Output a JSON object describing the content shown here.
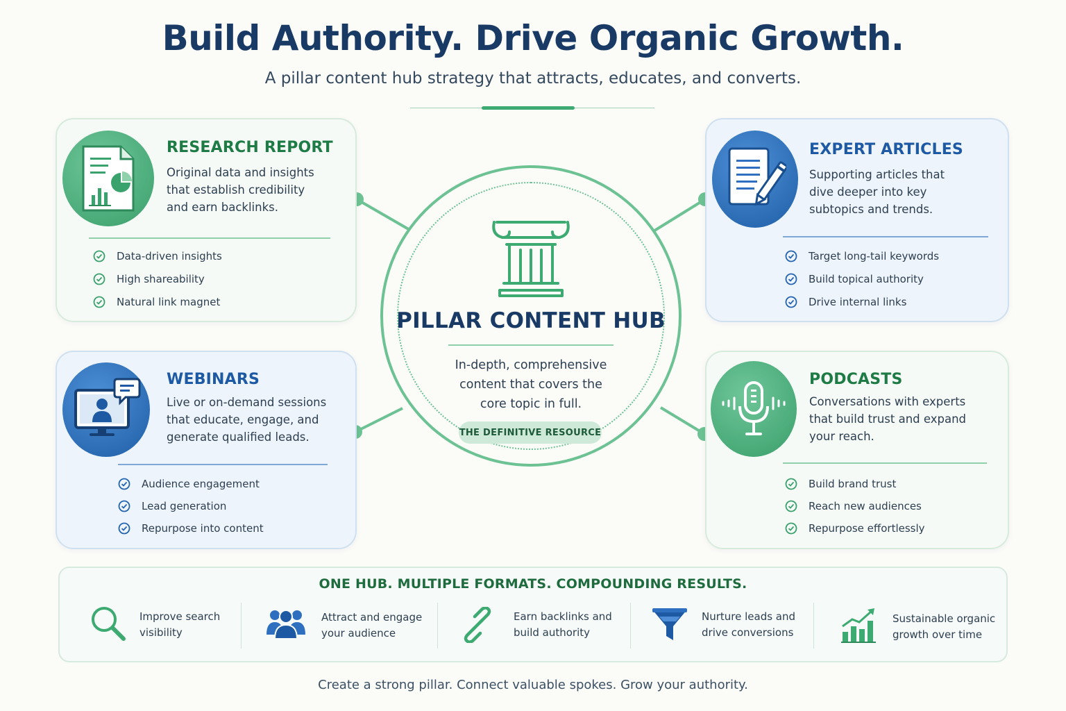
{
  "header": {
    "title": "Build Authority. Drive Organic Growth.",
    "subtitle": "A pillar content hub strategy that attracts, educates, and converts."
  },
  "hub": {
    "title": "PILLAR CONTENT HUB",
    "description_lines": [
      "In-depth, comprehensive",
      "content that covers the",
      "core topic in full."
    ],
    "badge": "THE DEFINITIVE RESOURCE",
    "icon": "pillar-column-icon"
  },
  "cards": {
    "research": {
      "title": "RESEARCH REPORT",
      "description_lines": [
        "Original data and insights",
        "that establish credibility",
        "and earn backlinks."
      ],
      "bullets": [
        "Data-driven insights",
        "High shareability",
        "Natural link magnet"
      ],
      "icon": "report-document-icon"
    },
    "articles": {
      "title": "EXPERT ARTICLES",
      "description_lines": [
        "Supporting articles that",
        "dive deeper into key",
        "subtopics and trends."
      ],
      "bullets": [
        "Target long-tail keywords",
        "Build topical authority",
        "Drive internal links"
      ],
      "icon": "article-pencil-icon"
    },
    "webinars": {
      "title": "WEBINARS",
      "description_lines": [
        "Live or on-demand sessions",
        "that educate, engage, and",
        "generate qualified leads."
      ],
      "bullets": [
        "Audience engagement",
        "Lead generation",
        "Repurpose into content"
      ],
      "icon": "webinar-monitor-icon"
    },
    "podcasts": {
      "title": "PODCASTS",
      "description_lines": [
        "Conversations with experts",
        "that build trust and expand",
        "your reach."
      ],
      "bullets": [
        "Build brand trust",
        "Reach new audiences",
        "Repurpose effortlessly"
      ],
      "icon": "microphone-icon"
    }
  },
  "benefits": {
    "heading": "ONE HUB. MULTIPLE FORMATS. COMPOUNDING RESULTS.",
    "items": [
      {
        "icon": "search-icon",
        "lines": [
          "Improve search",
          "visibility"
        ]
      },
      {
        "icon": "audience-icon",
        "lines": [
          "Attract and engage",
          "your audience"
        ]
      },
      {
        "icon": "link-icon",
        "lines": [
          "Earn backlinks and",
          "build authority"
        ]
      },
      {
        "icon": "funnel-icon",
        "lines": [
          "Nurture leads and",
          "drive conversions"
        ]
      },
      {
        "icon": "growth-chart-icon",
        "lines": [
          "Sustainable organic",
          "growth over time"
        ]
      }
    ]
  },
  "footer": "Create a strong pillar. Connect valuable spokes. Grow your authority.",
  "colors": {
    "navy": "#183a64",
    "green": "#3daa72",
    "dark_green": "#1e7b45",
    "blue": "#1d5aa3"
  }
}
